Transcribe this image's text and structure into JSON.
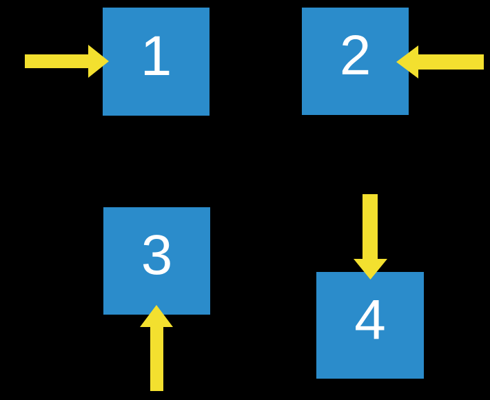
{
  "colors": {
    "background": "#000000",
    "square": "#2B8CCB",
    "arrow": "#F3E02F",
    "number": "#FFFFFF"
  },
  "squares": [
    {
      "label": "1",
      "arrow_direction": "right",
      "arrow_enters_from": "left"
    },
    {
      "label": "2",
      "arrow_direction": "left",
      "arrow_enters_from": "right"
    },
    {
      "label": "3",
      "arrow_direction": "up",
      "arrow_enters_from": "bottom"
    },
    {
      "label": "4",
      "arrow_direction": "down",
      "arrow_enters_from": "top"
    }
  ]
}
